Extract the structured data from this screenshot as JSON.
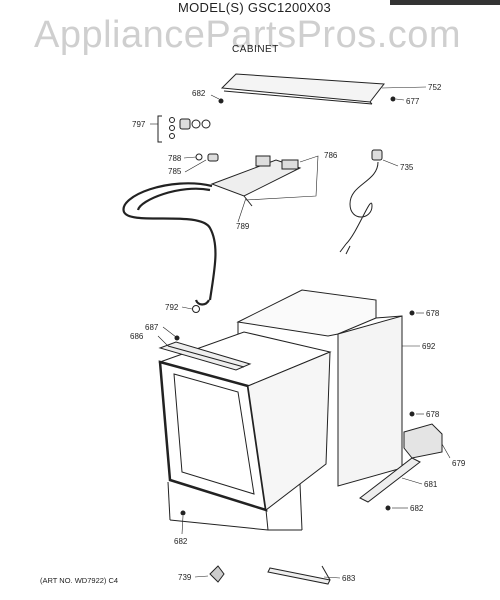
{
  "header": {
    "model": "MODEL(S) GSC1200X03",
    "watermark": "AppliancePartsPros.com",
    "section": "CABINET"
  },
  "footer": {
    "art_no": "(ART NO. WD7922) C4"
  },
  "callouts": {
    "c752": "752",
    "c682a": "682",
    "c677": "677",
    "c797": "797",
    "c786": "786",
    "c788": "788",
    "c785": "785",
    "c735": "735",
    "c789": "789",
    "c792": "792",
    "c678a": "678",
    "c687": "687",
    "c686": "686",
    "c692": "692",
    "c678b": "678",
    "c679": "679",
    "c681": "681",
    "c682b": "682",
    "c682c": "682",
    "c739": "739",
    "c683": "683"
  }
}
